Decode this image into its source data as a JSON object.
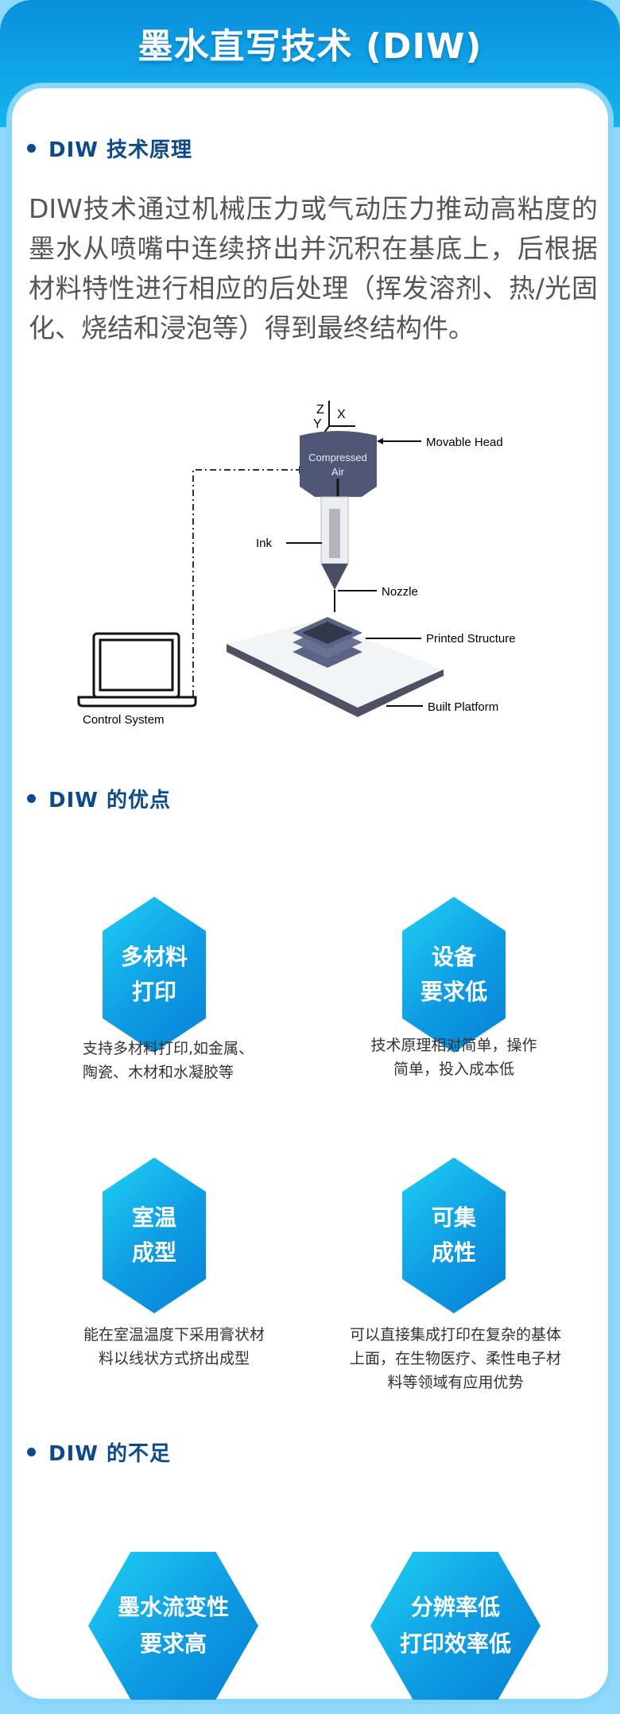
{
  "title": "墨水直写技术 (DIW)",
  "sections": {
    "principle": {
      "heading": "DIW 技术原理",
      "paragraph": "DIW技术通过机械压力或气动压力推动高粘度的墨水从喷嘴中连续挤出并沉积在基底上，后根据材料特性进行相应的后处理（挥发溶剂、热/光固化、烧结和浸泡等）得到最终结构件。"
    },
    "diagram": {
      "axis_z": "Z",
      "axis_x": "X",
      "axis_y": "Y",
      "compressed": "Compressed",
      "air": "Air",
      "movable_head": "Movable Head",
      "ink": "Ink",
      "nozzle": "Nozzle",
      "printed_structure": "Printed Structure",
      "built_platform": "Built Platform",
      "control_system": "Control System"
    },
    "advantages": {
      "heading": "DIW 的优点",
      "items": [
        {
          "l1": "多材料",
          "l2": "打印",
          "desc": "支持多材料打印,如金属、陶瓷、木材和水凝胶等"
        },
        {
          "l1": "设备",
          "l2": "要求低",
          "desc": "技术原理相对简单，操作简单，投入成本低"
        },
        {
          "l1": "室温",
          "l2": "成型",
          "desc": "能在室温温度下采用膏状材料以线状方式挤出成型"
        },
        {
          "l1": "可集",
          "l2": "成性",
          "desc": "可以直接集成打印在复杂的基体上面，在生物医疗、柔性电子材料等领域有应用优势"
        }
      ]
    },
    "disadvantages": {
      "heading": "DIW 的不足",
      "items": [
        {
          "l1": "墨水流变性",
          "l2": "要求高"
        },
        {
          "l1": "分辨率低",
          "l2": "打印效率低"
        }
      ]
    }
  },
  "colors": {
    "primary": "#0d4a8c",
    "accent": "#0e9be3",
    "border": "#86d5fa"
  }
}
